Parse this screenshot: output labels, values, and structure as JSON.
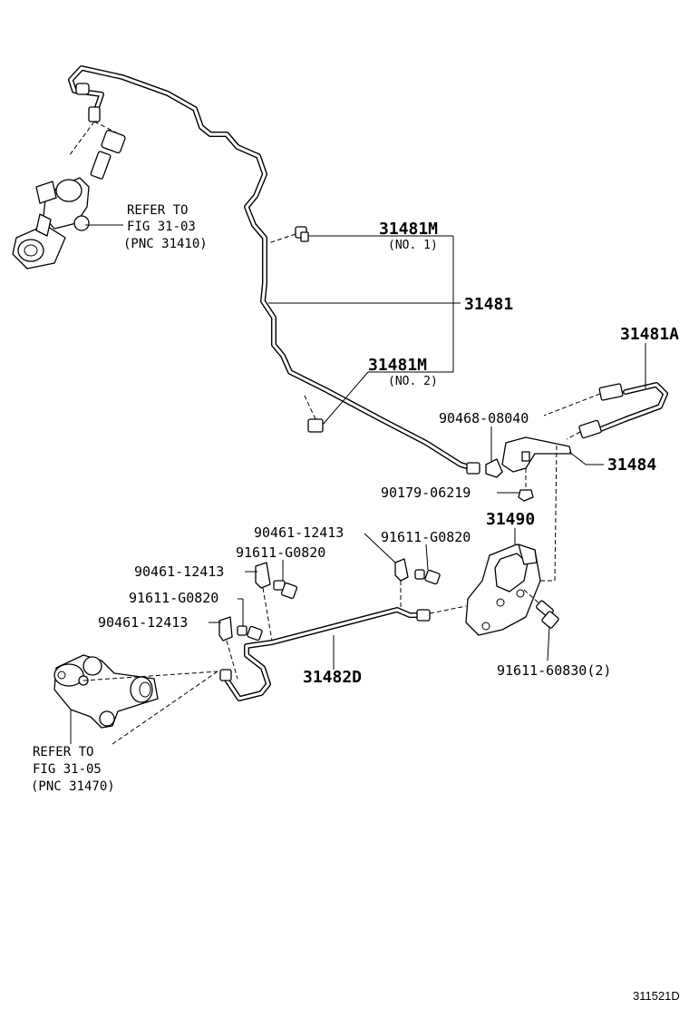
{
  "labels": {
    "p31481M_no1": "31481M",
    "p31481M_no1_sub": "(NO. 1)",
    "p31481": "31481",
    "p31481M_no2": "31481M",
    "p31481M_no2_sub": "(NO. 2)",
    "p31481A": "31481A",
    "p90468": "90468-08040",
    "p31484": "31484",
    "p90179": "90179-06219",
    "p31490": "31490",
    "p90461_a": "90461-12413",
    "p91611_g_a": "91611-G0820",
    "p91611_g_b": "91611-G0820",
    "p90461_b": "90461-12413",
    "p91611_g_c": "91611-G0820",
    "p90461_c": "90461-12413",
    "p31482D": "31482D",
    "p91611_6": "91611-60830(2)"
  },
  "refs": {
    "top_line1": "REFER TO",
    "top_line2": "FIG 31-03",
    "top_line3": "(PNC 31410)",
    "bottom_line1": "REFER TO",
    "bottom_line2": "FIG 31-05",
    "bottom_line3": "(PNC 31470)"
  },
  "figure_code": "311521D"
}
